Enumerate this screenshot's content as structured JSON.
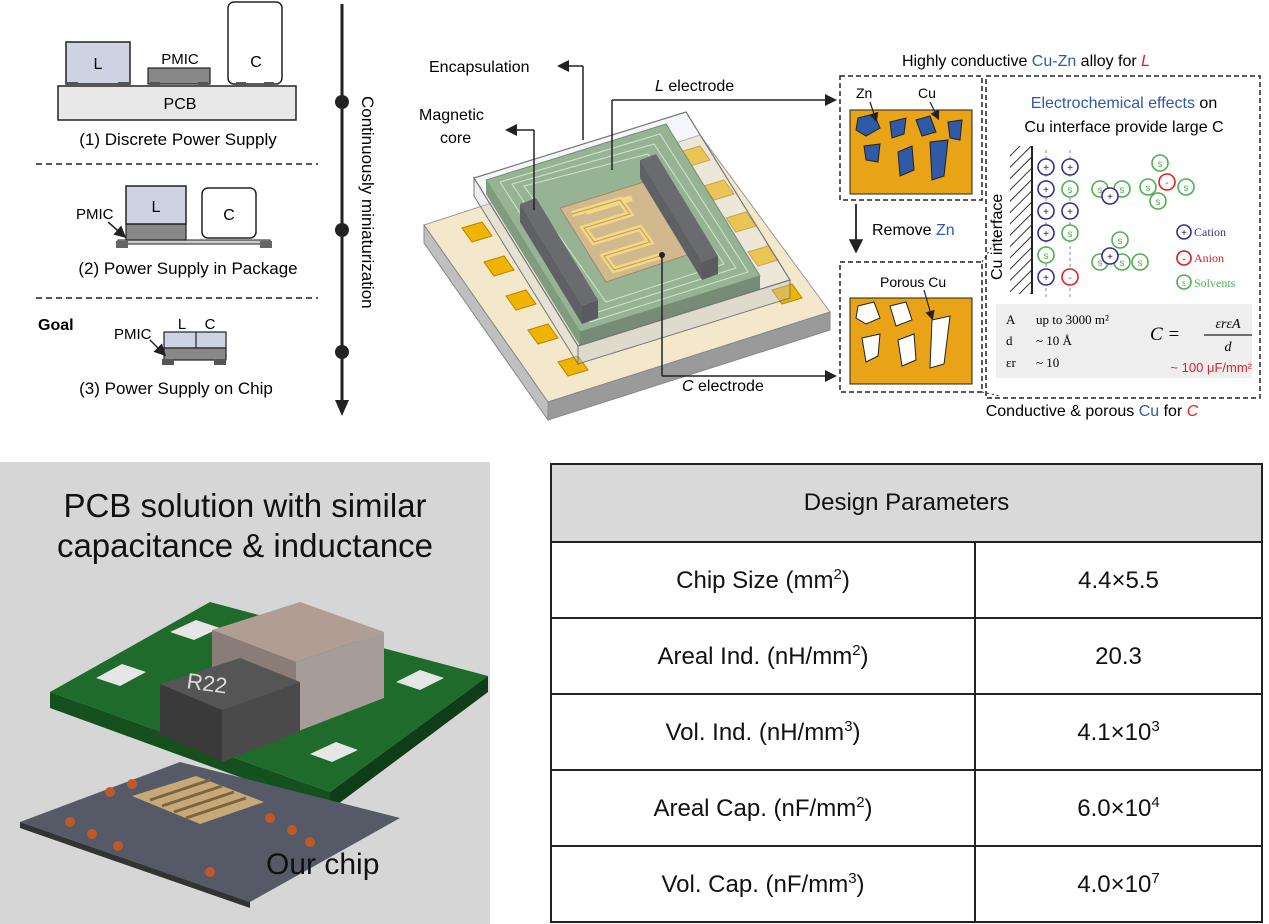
{
  "diagram": {
    "discrete": {
      "l": "L",
      "pmic": "PMIC",
      "c": "C",
      "pcb": "PCB",
      "caption": "(1) Discrete Power Supply"
    },
    "package": {
      "pmic": "PMIC",
      "l": "L",
      "c": "C",
      "caption": "(2) Power Supply in Package"
    },
    "chip": {
      "goal": "Goal",
      "pmic": "PMIC",
      "l": "L",
      "c": "C",
      "caption": "(3) Power Supply on Chip"
    },
    "axis_label": "Continuously miniaturization",
    "encapsulation": "Encapsulation",
    "l_electrode": "electrode",
    "l_electrode_letter": "L",
    "magnetic_core_line1": "Magnetic",
    "magnetic_core_line2": "core",
    "c_electrode": "electrode",
    "c_electrode_letter": "C",
    "alloy_title_pre": "Highly conductive ",
    "alloy_title_mid": "Cu-Zn",
    "alloy_title_post": " alloy for ",
    "alloy_title_letter": "L",
    "zn_label": "Zn",
    "cu_label": "Cu",
    "remove_pre": "Remove ",
    "remove_zn": "Zn",
    "porous_cu": "Porous Cu",
    "bottom_note_pre": "Conductive & porous ",
    "bottom_note_cu": "Cu",
    "bottom_note_post": " for ",
    "bottom_note_letter": "C",
    "electro_line1_a": "Electrochemical effects",
    "electro_line1_b": " on",
    "electro_line2": "Cu interface provide large C",
    "cu_interface": "Cu interface",
    "legend_cation": "Cation",
    "legend_anion": "Anion",
    "legend_solvents": "Solvents",
    "param_A": "A",
    "param_A_val": "up to 3000 m²",
    "param_d": "d",
    "param_d_val": "~ 10 Å",
    "param_er": "εr",
    "param_er_val": "~ 10",
    "formula_lhs": "C =",
    "formula_num": "εrεA",
    "formula_den": "d",
    "cap_value": "~ 100 μF/mm²",
    "colors": {
      "blue": "#2e5aa8",
      "red": "#e02020",
      "gold": "#e8a317",
      "cation": "#3b2c8c",
      "anion": "#e02020",
      "solvent": "#4caf50"
    }
  },
  "photo": {
    "caption_line1": "PCB solution with similar",
    "caption_line2": "capacitance & inductance",
    "inductor_marking": "R22",
    "chip_label": "Our chip"
  },
  "table": {
    "header": "Design Parameters",
    "rows": [
      {
        "param": "Chip Size (mm",
        "sup": "2",
        "param_end": ")",
        "value": "4.4×5.5",
        "value_sup": ""
      },
      {
        "param": "Areal Ind. (nH/mm",
        "sup": "2",
        "param_end": ")",
        "value": "20.3",
        "value_sup": ""
      },
      {
        "param": "Vol. Ind. (nH/mm",
        "sup": "3",
        "param_end": ")",
        "value": "4.1×10",
        "value_sup": "3"
      },
      {
        "param": "Areal Cap. (nF/mm",
        "sup": "2",
        "param_end": ")",
        "value": "6.0×10",
        "value_sup": "4"
      },
      {
        "param": "Vol. Cap. (nF/mm",
        "sup": "3",
        "param_end": ")",
        "value": "4.0×10",
        "value_sup": "7"
      }
    ]
  }
}
